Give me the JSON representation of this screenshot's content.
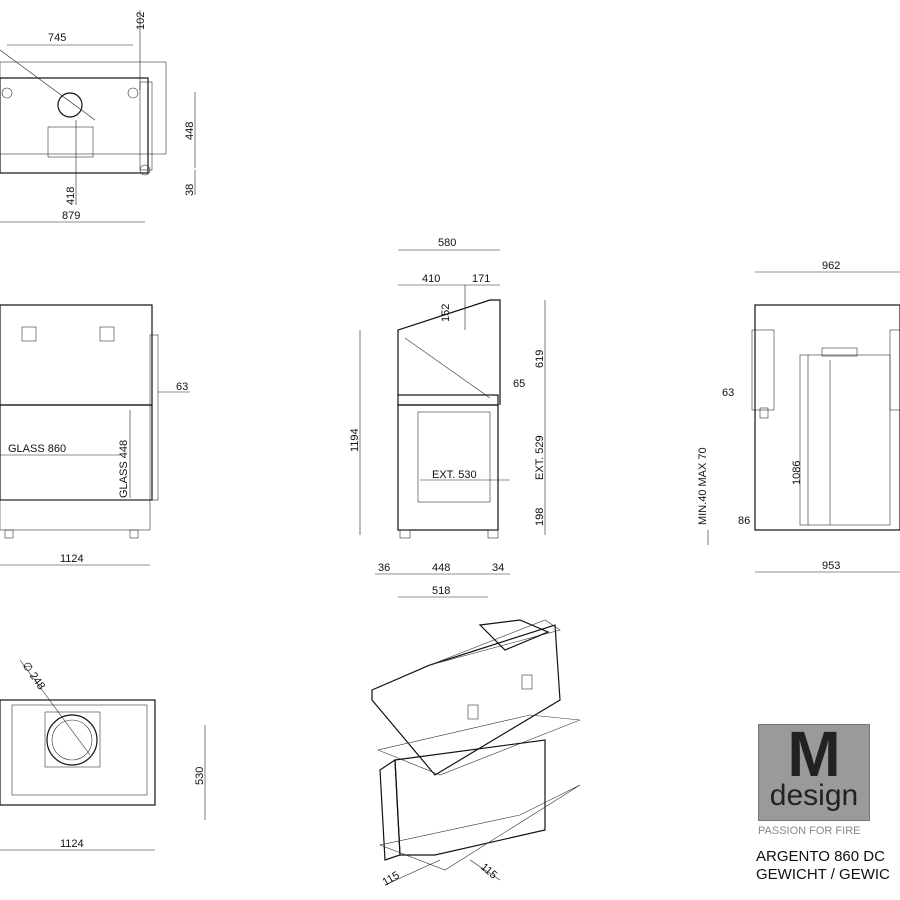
{
  "top_view": {
    "d745": "745",
    "d102": "102",
    "d448": "448",
    "d38": "38",
    "d418": "418",
    "d879": "879"
  },
  "front_view": {
    "d63": "63",
    "glass_w": "GLASS 860",
    "glass_h": "GLASS 448",
    "d1124": "1124"
  },
  "side_view": {
    "d580": "580",
    "d410": "410",
    "d171": "171",
    "d152": "152",
    "d619": "619",
    "d65": "65",
    "d1194": "1194",
    "ext529": "EXT. 529",
    "ext530": "EXT. 530",
    "d198": "198",
    "d36": "36",
    "d448": "448",
    "d34": "34",
    "d518": "518"
  },
  "rear_view": {
    "d962": "962",
    "d63": "63",
    "d1086": "1086",
    "minmax": "MIN.40 MAX 70",
    "d86": "86",
    "d953": "953"
  },
  "bottom_view": {
    "dia": "∅ 248",
    "d530": "530",
    "d1124": "1124"
  },
  "iso_view": {
    "d115a": "115",
    "d115b": "115"
  },
  "logo": {
    "letter": "M",
    "word": "design",
    "tagline": "PASSION FOR FIRE"
  },
  "model": {
    "name": "ARGENTO 860 DC",
    "weight": "GEWICHT / GEWIC"
  }
}
